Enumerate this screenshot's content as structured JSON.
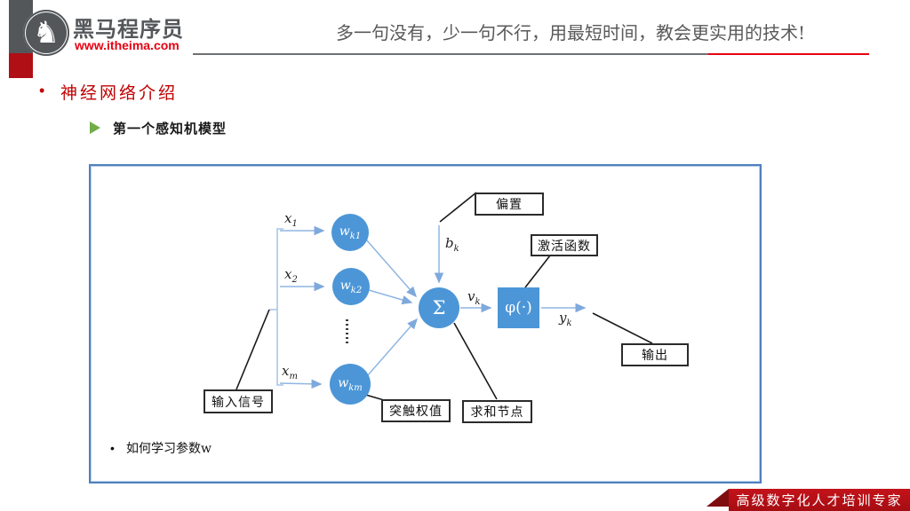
{
  "header": {
    "logo": {
      "brand": "黑马程序员",
      "url": "www.itheima.com",
      "horse_glyph": "♞"
    },
    "slogan": "多一句没有，少一句不行，用最短时间，教会更实用的技术!"
  },
  "content": {
    "section_bullet": "•",
    "section_title": "神经网络介绍",
    "subsection_title": "第一个感知机模型",
    "note_bullet": "•",
    "note": "如何学习参数w"
  },
  "diagram": {
    "inputs": [
      {
        "base": "x",
        "sub": "1"
      },
      {
        "base": "x",
        "sub": "2"
      },
      {
        "base": "x",
        "sub": "m"
      }
    ],
    "weights": [
      {
        "base": "w",
        "sub": "k1"
      },
      {
        "base": "w",
        "sub": "k2"
      },
      {
        "base": "w",
        "sub": "km"
      }
    ],
    "sum_symbol": "Σ",
    "activation_symbol": "φ(·)",
    "bias_var": {
      "base": "b",
      "sub": "k"
    },
    "net_var": {
      "base": "v",
      "sub": "k"
    },
    "out_var": {
      "base": "y",
      "sub": "k"
    },
    "callouts": {
      "bias": "偏置",
      "activation": "激活函数",
      "output": "输出",
      "input_signal": "输入信号",
      "synaptic_weights": "突触权值",
      "sum_node": "求和节点"
    }
  },
  "footer": {
    "badge": "高级数字化人才培训专家"
  },
  "colors": {
    "brand_gray": "#54575a",
    "brand_red": "#e60012",
    "title_red": "#c00000",
    "node_blue": "#4c96d7",
    "arrow_blue": "#8fb6e2",
    "frame_blue": "#4f81bd",
    "footer_red": "#a50d12",
    "footer_tri_red": "#7e0d10",
    "green_arrow": "#70ad47"
  }
}
